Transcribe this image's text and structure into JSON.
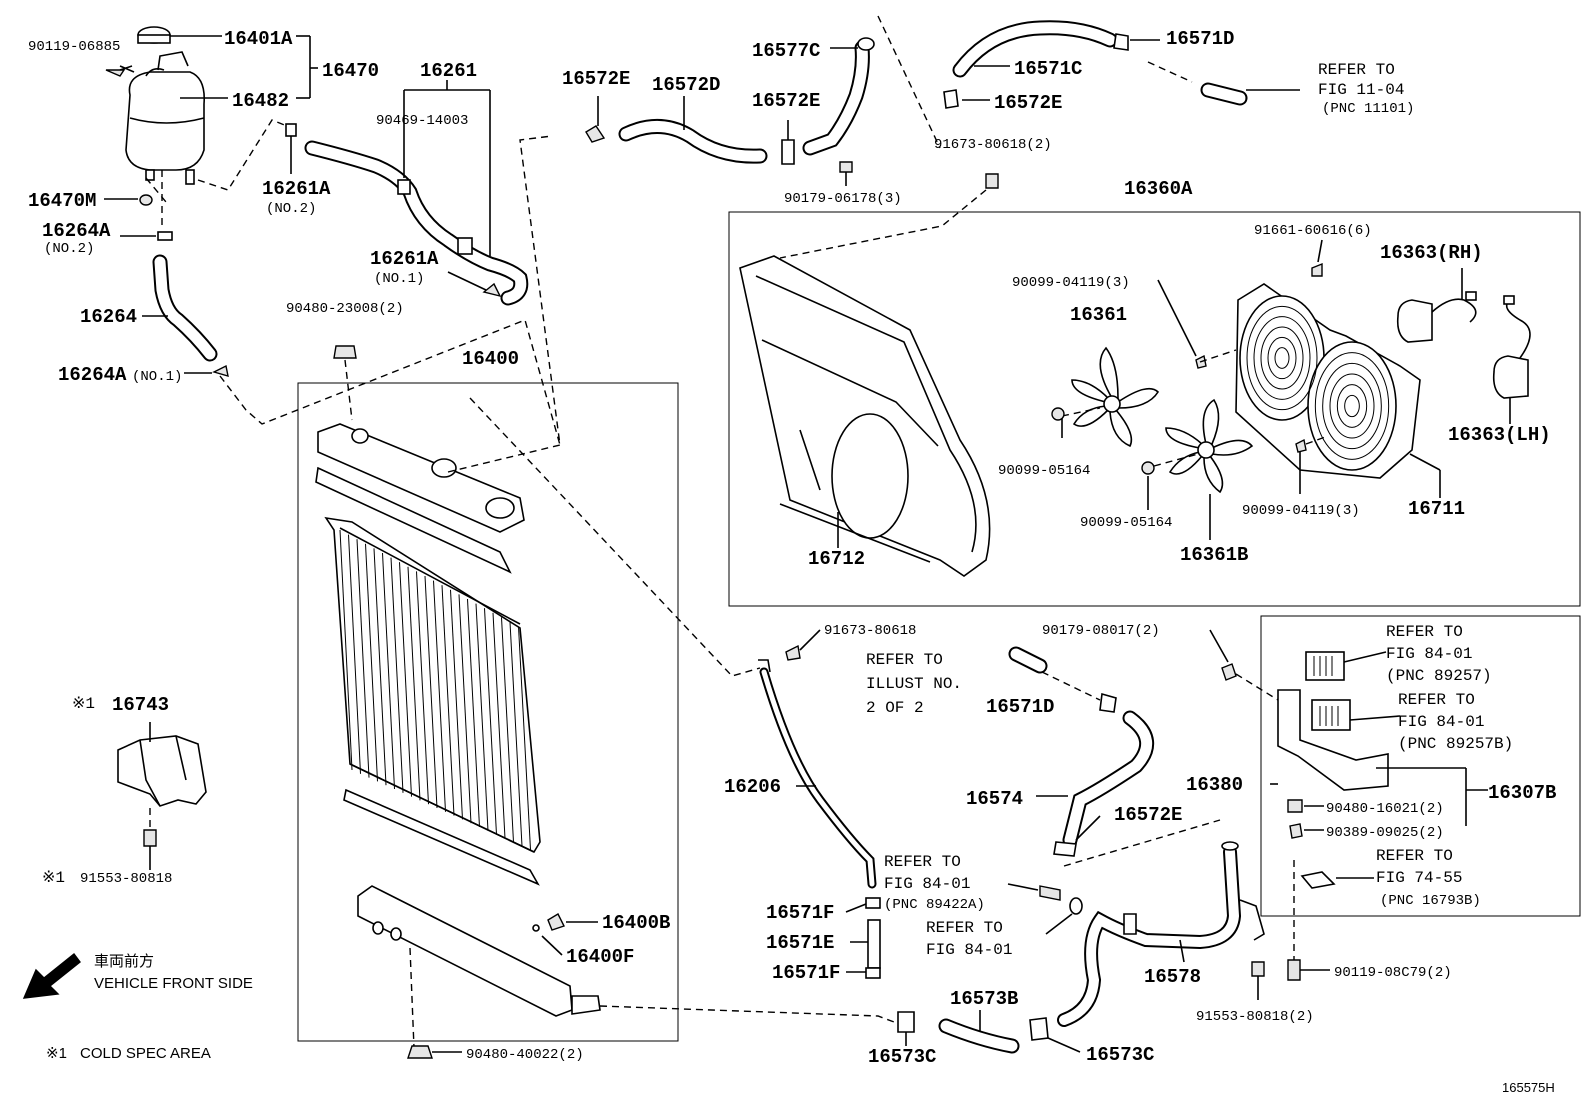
{
  "labels": {
    "l16401A": "16401A",
    "l90119_06885": "90119-06885",
    "l16470": "16470",
    "l16482": "16482",
    "l16261": "16261",
    "l90469_14003": "90469-14003",
    "l16470M": "16470M",
    "l16264A_2": "16264A",
    "no2a": "(NO.2)",
    "l16261A_2": "16261A",
    "no2b": "(NO.2)",
    "l16264": "16264",
    "l16264A_1": "16264A",
    "no1a": "(NO.1)",
    "l16261A_1": "16261A",
    "no1b": "(NO.1)",
    "l90480_23008": "90480-23008(2)",
    "l16400": "16400",
    "l16572E_a": "16572E",
    "l16572D": "16572D",
    "l16577C": "16577C",
    "l16572E_b": "16572E",
    "l90179_06178": "90179-06178(3)",
    "l16571D_a": "16571D",
    "l16571C": "16571C",
    "l16572E_c": "16572E",
    "l91673_80618_2": "91673-80618(2)",
    "refer1": "REFER TO",
    "refer1b": "FIG 11-04",
    "refer1c": "(PNC 11101)",
    "l16360A": "16360A",
    "l91661_60616": "91661-60616(6)",
    "l16363RH": "16363(RH)",
    "l90099_04119a": "90099-04119(3)",
    "l16361": "16361",
    "l16363LH": "16363(LH)",
    "l90099_05164a": "90099-05164",
    "l90099_05164b": "90099-05164",
    "l90099_04119b": "90099-04119(3)",
    "l16711": "16711",
    "l16712": "16712",
    "l16361B": "16361B",
    "l91673_80618": "91673-80618",
    "l90179_08017": "90179-08017(2)",
    "refer2": "REFER TO",
    "refer2b": "ILLUST NO.",
    "refer2c": "2 OF 2",
    "l16571D_b": "16571D",
    "refer3": "REFER TO",
    "refer3b": "FIG 84-01",
    "refer3c": "(PNC 89257)",
    "refer4": "REFER TO",
    "refer4b": "FIG 84-01",
    "refer4c": "(PNC 89257B)",
    "l16380": "16380",
    "l16307B": "16307B",
    "l90480_16021": "90480-16021(2)",
    "l90389_09025": "90389-09025(2)",
    "refer5": "REFER TO",
    "refer5b": "FIG 74-55",
    "refer5c": "(PNC 16793B)",
    "l16206": "16206",
    "l16574": "16574",
    "l16572E_d": "16572E",
    "refer6": "REFER TO",
    "refer6b": "FIG 84-01",
    "refer6c": "(PNC 89422A)",
    "refer7": "REFER TO",
    "refer7b": "FIG 84-01",
    "l16571F_a": "16571F",
    "l16571E": "16571E",
    "l16571F_b": "16571F",
    "l16578": "16578",
    "l16573B": "16573B",
    "l16573C_a": "16573C",
    "l16573C_b": "16573C",
    "l90119_08C79": "90119-08C79(2)",
    "l91553_80818_2": "91553-80818(2)",
    "l16400B": "16400B",
    "l16400F": "16400F",
    "l90480_40022": "90480-40022(2)",
    "mark1a": "※1",
    "l16743": "16743",
    "mark1b": "※1",
    "l91553_80818": "91553-80818",
    "front_jp": "車両前方",
    "front_en": "VEHICLE FRONT SIDE",
    "mark1c": "※1",
    "cold_spec": "COLD SPEC AREA",
    "fig_id": "165575H"
  }
}
